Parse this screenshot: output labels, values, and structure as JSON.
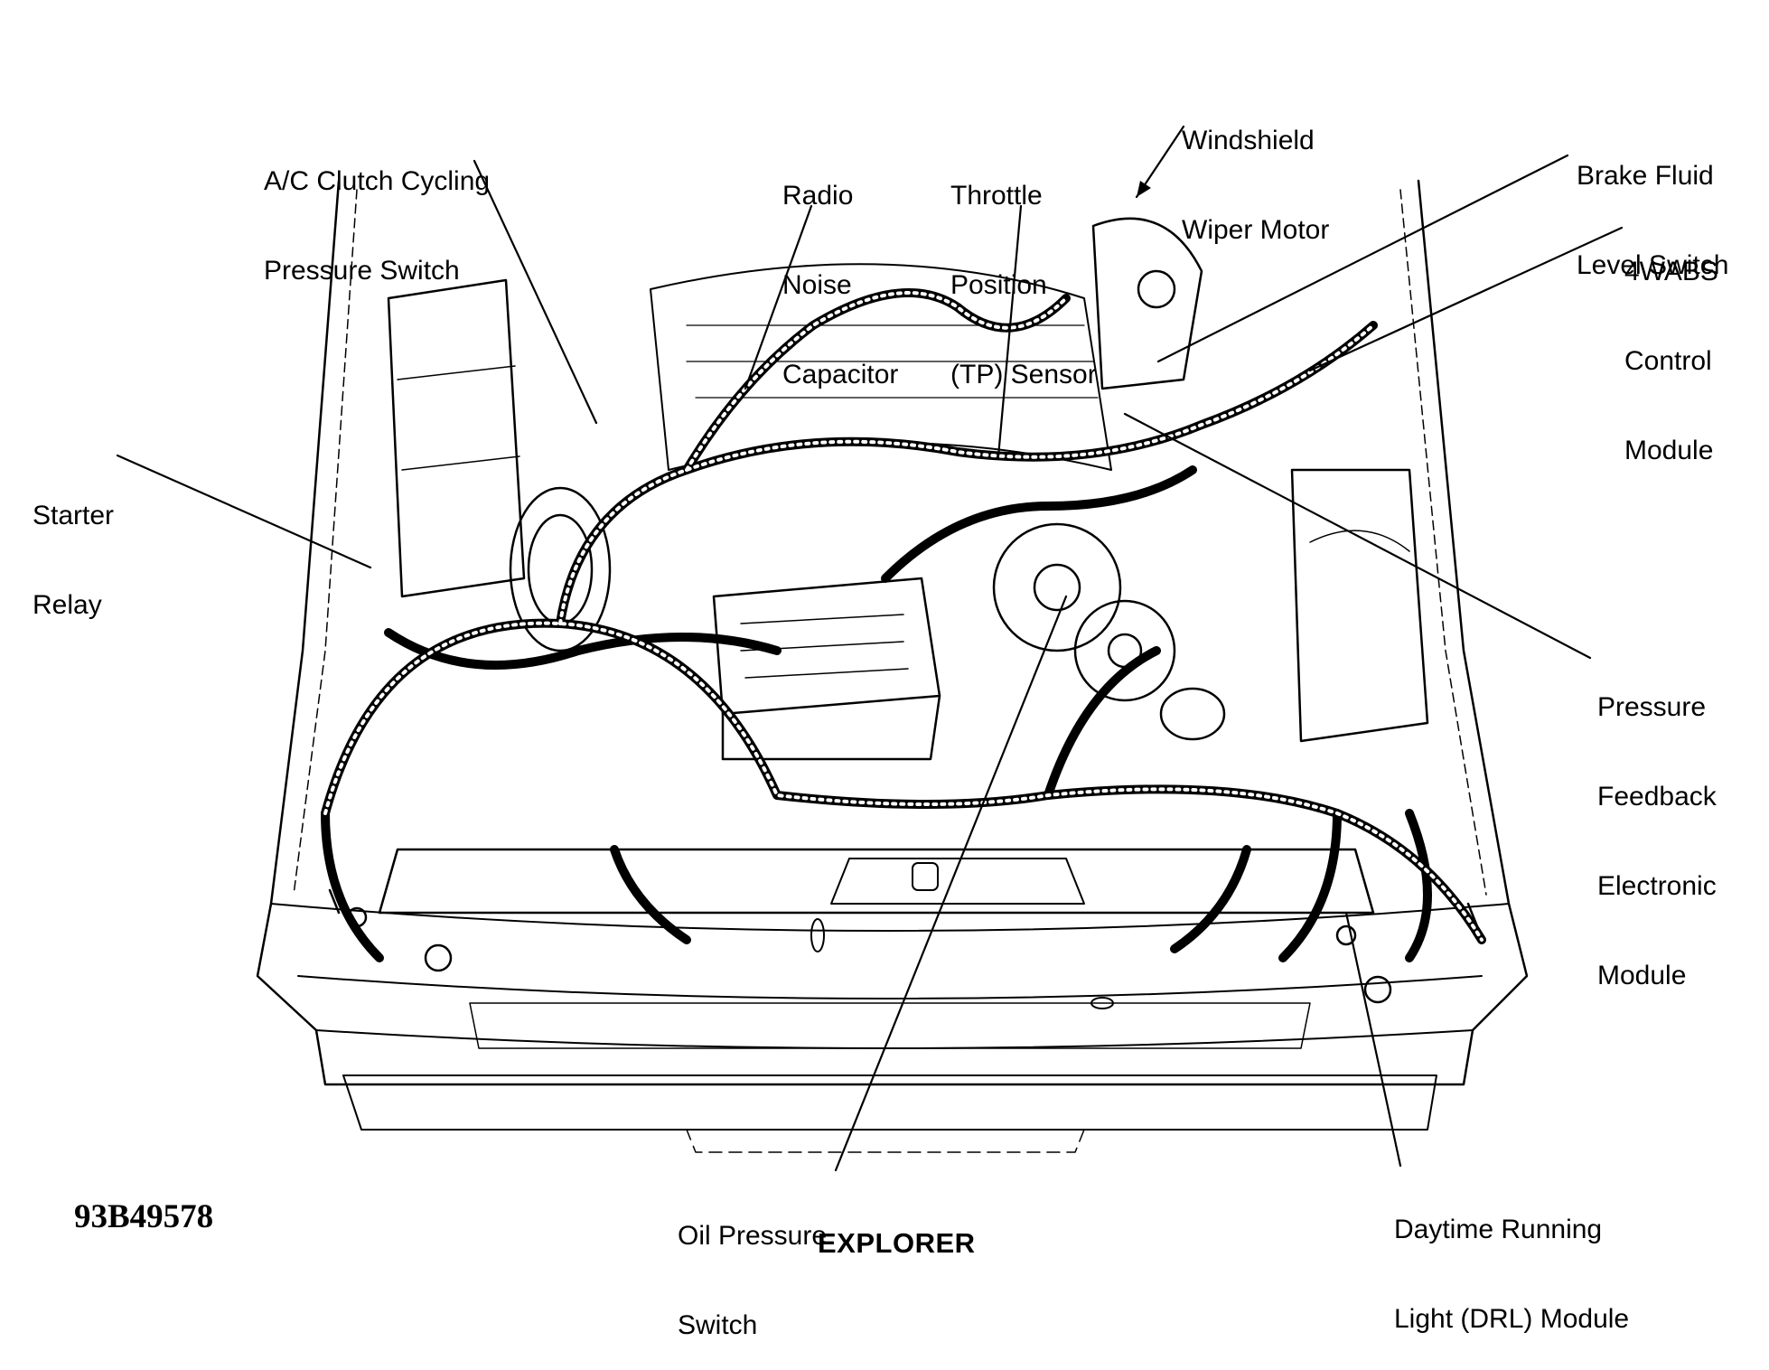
{
  "labels": {
    "ac_clutch": [
      "A/C Clutch Cycling",
      "Pressure Switch"
    ],
    "radio_noise": [
      "Radio",
      "Noise",
      "Capacitor"
    ],
    "throttle_position": [
      "Throttle",
      "Position",
      "(TP) Sensor"
    ],
    "windshield_wiper": [
      "Windshield",
      "Wiper Motor"
    ],
    "brake_fluid": [
      "Brake Fluid",
      "Level Switch"
    ],
    "abs_module": [
      "4WABS",
      "Control",
      "Module"
    ],
    "starter_relay": [
      "Starter",
      "Relay"
    ],
    "pressure_feedback": [
      "Pressure",
      "Feedback",
      "Electronic",
      "Module"
    ],
    "oil_pressure": [
      "Oil Pressure",
      "Switch"
    ],
    "drl_module": [
      "Daytime Running",
      "Light (DRL) Module"
    ]
  },
  "figure_id": "93B49578",
  "caption": "EXPLORER"
}
